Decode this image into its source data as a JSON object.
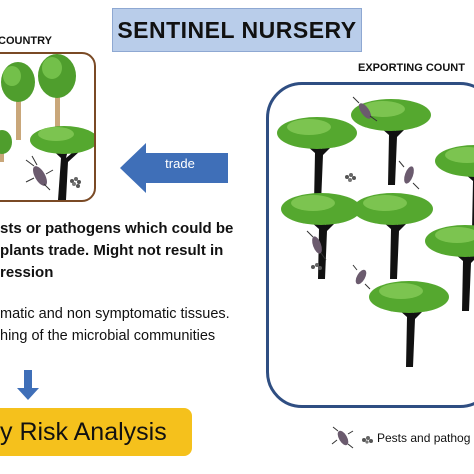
{
  "title": "SENTINEL NURSERY",
  "import_label": "COUNTRY",
  "export_label": "EXPORTING COUNT",
  "trade_label": "trade",
  "text_lines": [
    "sts or pathogens which could be",
    "plants trade.  Might not result in",
    "ression",
    "matic and non symptomatic tissues.",
    "hing of the microbial communities"
  ],
  "risk_label": "y Risk Analysis",
  "legend_label": "Pests and pathog",
  "colors": {
    "title_bg": "#b9cdea",
    "arrow_blue": "#3f6fb8",
    "risk_bg": "#f5c11c",
    "tree_green": "#5aac34",
    "import_border": "#7a4a25",
    "export_border": "#2f4e82"
  },
  "icons": [
    "tree-icon",
    "insect-icon",
    "pathogen-spores-icon"
  ]
}
